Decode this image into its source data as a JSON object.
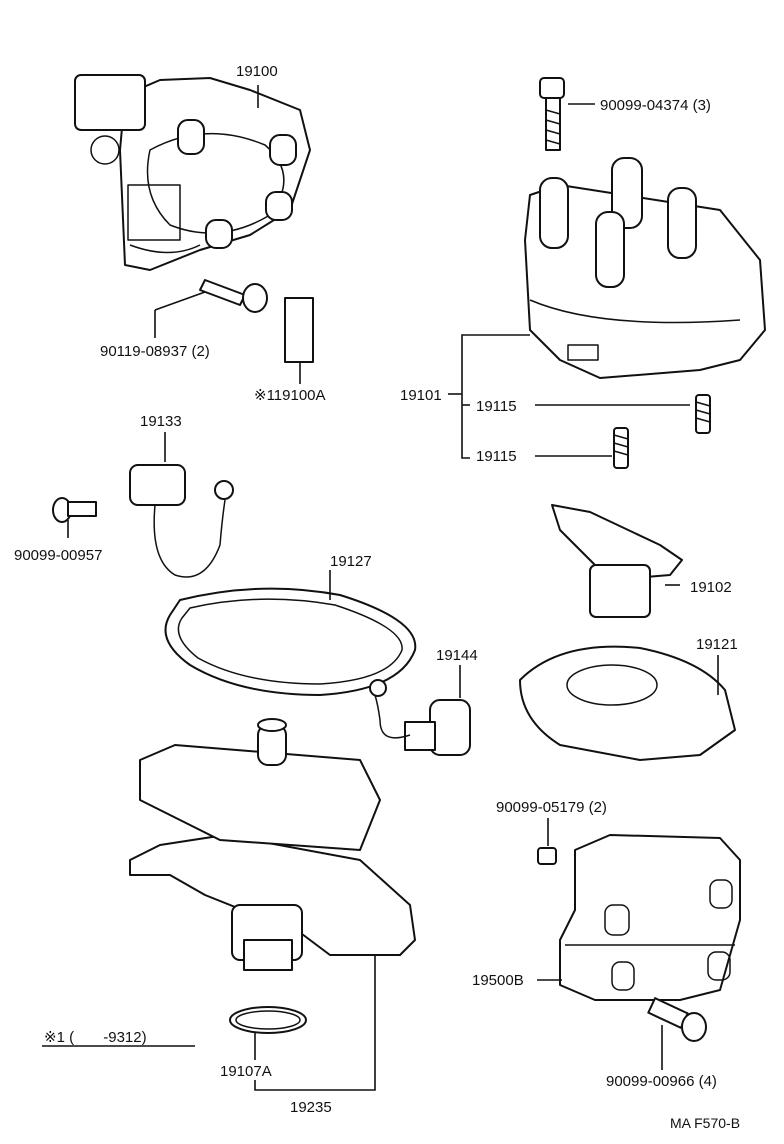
{
  "diagram_code": "MA F570-B",
  "footnote": "※1 (       -9312)",
  "parts": [
    {
      "id": "p19100",
      "number": "19100"
    },
    {
      "id": "p90119",
      "number": "90119-08937 (2)"
    },
    {
      "id": "p19100A",
      "number": "※119100A"
    },
    {
      "id": "p90099_04374",
      "number": "90099-04374 (3)"
    },
    {
      "id": "p19101",
      "number": "19101"
    },
    {
      "id": "p19115a",
      "number": "19115"
    },
    {
      "id": "p19115b",
      "number": "19115"
    },
    {
      "id": "p19133",
      "number": "19133"
    },
    {
      "id": "p90099_00957",
      "number": "90099-00957"
    },
    {
      "id": "p19127",
      "number": "19127"
    },
    {
      "id": "p19102",
      "number": "19102"
    },
    {
      "id": "p19144",
      "number": "19144"
    },
    {
      "id": "p19121",
      "number": "19121"
    },
    {
      "id": "p90099_05179",
      "number": "90099-05179 (2)"
    },
    {
      "id": "p19500B",
      "number": "19500B"
    },
    {
      "id": "p19107A",
      "number": "19107A"
    },
    {
      "id": "p90099_00966",
      "number": "90099-00966 (4)"
    },
    {
      "id": "p19235",
      "number": "19235"
    }
  ]
}
